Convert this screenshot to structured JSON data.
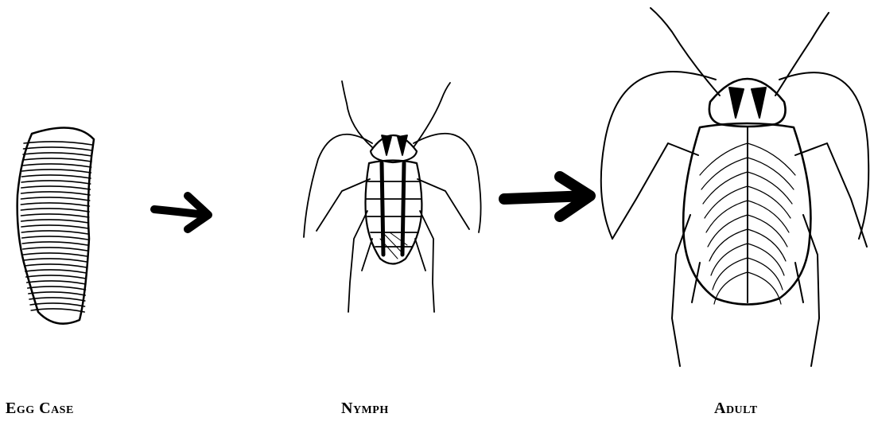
{
  "stages": [
    {
      "label": "Egg Case"
    },
    {
      "label": "Nymph"
    },
    {
      "label": "Adult"
    }
  ],
  "colors": {
    "ink": "#000000",
    "background": "#ffffff"
  },
  "icons": {
    "arrow1": "right-arrow-icon",
    "arrow2": "right-arrow-icon"
  }
}
